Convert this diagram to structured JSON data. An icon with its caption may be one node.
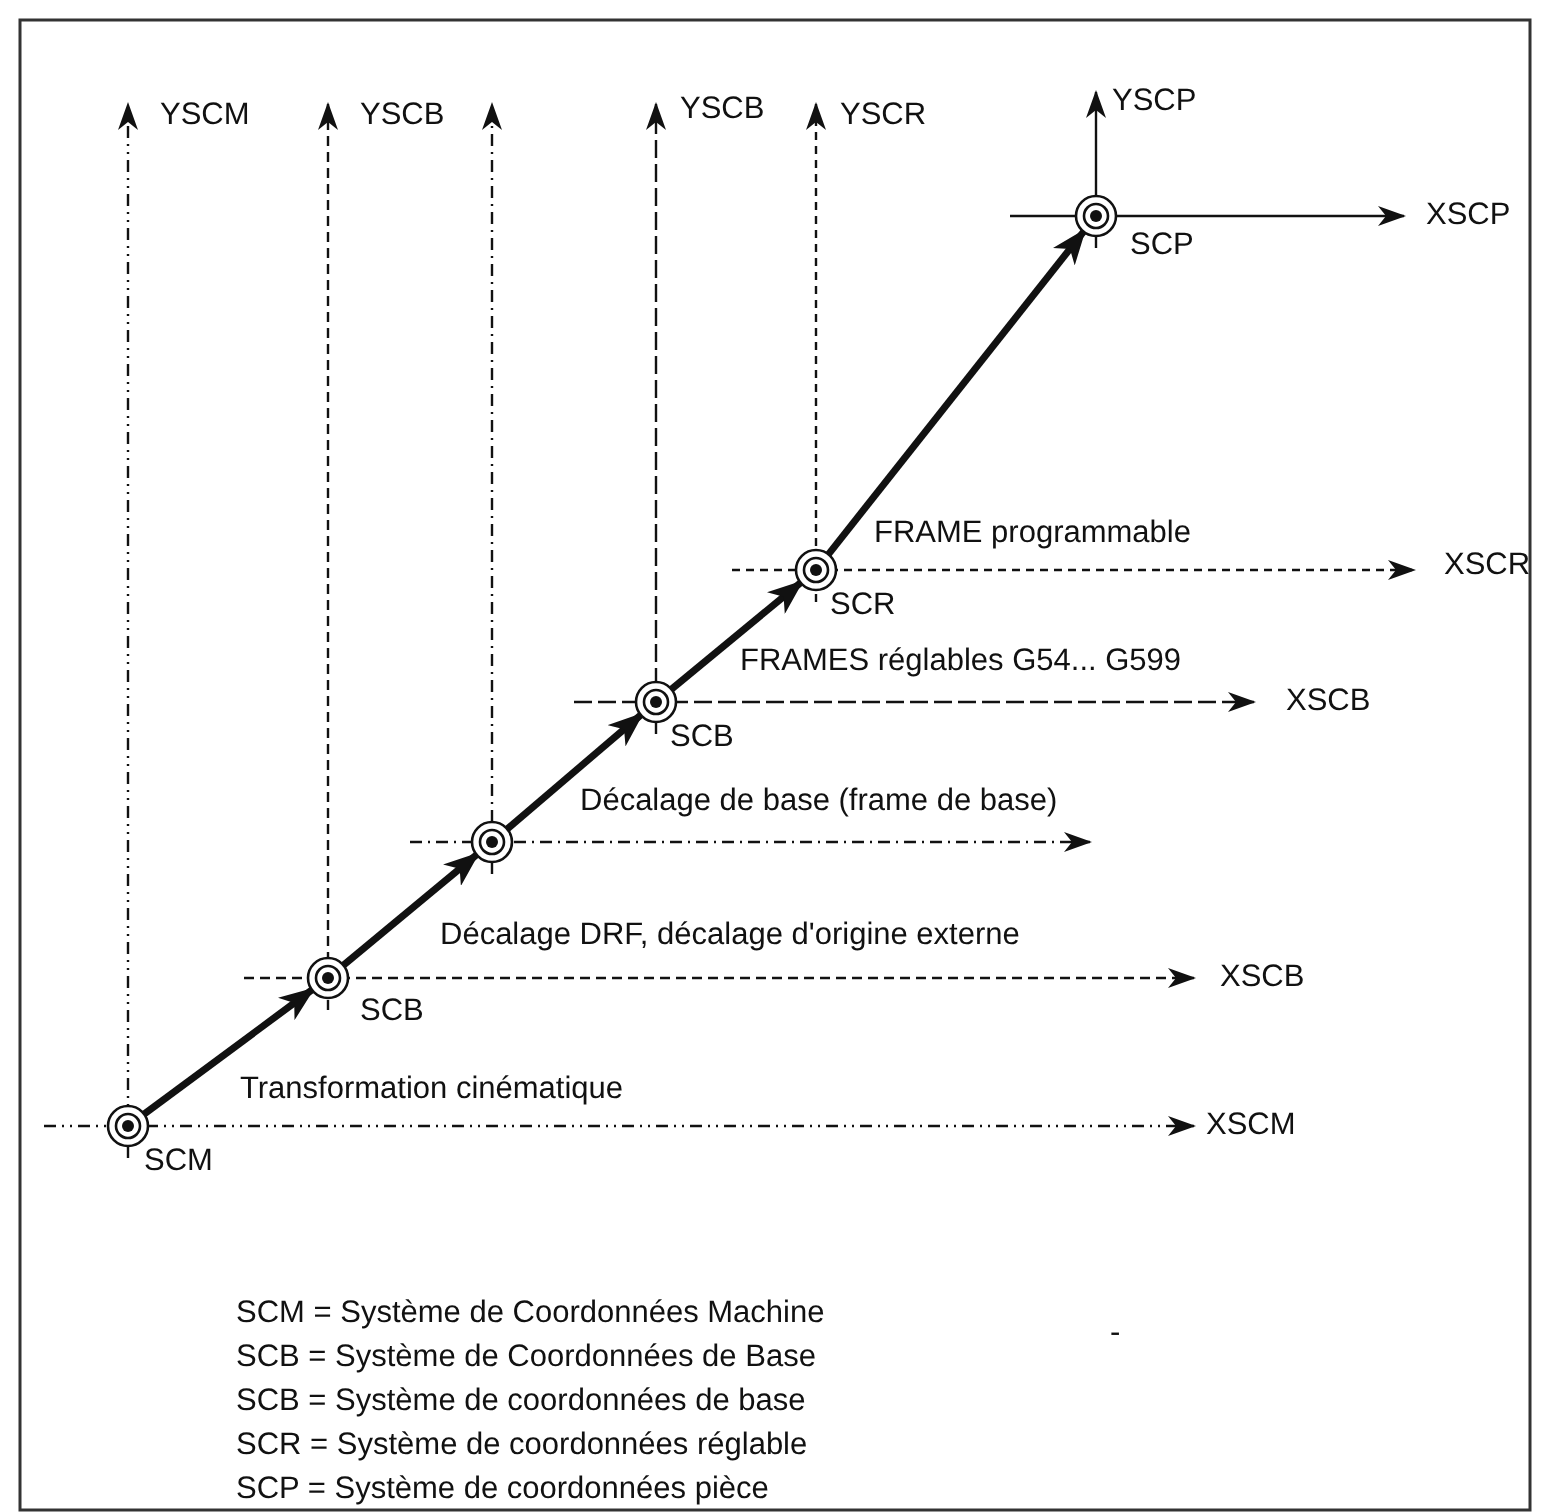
{
  "diagram": {
    "nodes": [
      {
        "text": [],
        "shape": "circle",
        "beside": [
          "SCM"
        ]
      },
      {
        "text": [],
        "shape": "circle",
        "beside": [
          "SCB"
        ]
      },
      {
        "text": [],
        "shape": "circle"
      },
      {
        "text": [],
        "shape": "circle",
        "beside": [
          "SCB"
        ]
      },
      {
        "text": [],
        "shape": "circle",
        "beside": [
          "SCR"
        ]
      },
      {
        "text": [],
        "shape": "circle",
        "beside": [
          "SCP"
        ]
      }
    ],
    "edges": [
      {
        "from": 0,
        "to": 1,
        "arrow": "to",
        "label": "Transformation cinématique"
      },
      {
        "from": 1,
        "to": 2,
        "arrow": "to",
        "label": "Décalage DRF, décalage d'origine externe"
      },
      {
        "from": 2,
        "to": 3,
        "arrow": "to",
        "label": "Décalage de base (frame de base)"
      },
      {
        "from": 3,
        "to": 4,
        "arrow": "to",
        "label": "FRAMES réglables G54... G599"
      },
      {
        "from": 4,
        "to": 5,
        "arrow": "to",
        "label": "FRAME programmable"
      }
    ],
    "labels": [
      "YSCM",
      "YSCB",
      "YSCB",
      "YSCR",
      "YSCP",
      "XSCP",
      "XSCR",
      "XSCB",
      "XSCB",
      "XSCM",
      "SCM = Système de Coordonnées Machine",
      "SCB = Système de Coordonnées de Base",
      "SCB = Système de coordonnées de base",
      "SCR = Système de coordonnées réglable",
      "SCP = Système de coordonnées pièce",
      "-"
    ]
  }
}
